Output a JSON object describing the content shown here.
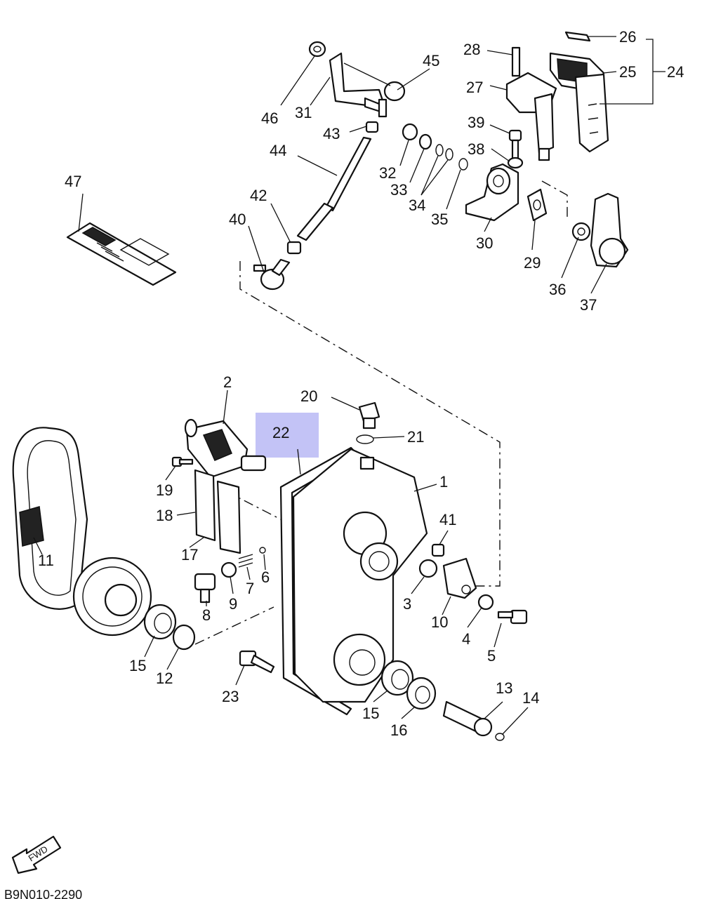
{
  "diagram": {
    "highlighted_part": "22",
    "highlight_color": "#b8b8f4",
    "callouts": [
      {
        "id": "c1",
        "text": "1"
      },
      {
        "id": "c2",
        "text": "2"
      },
      {
        "id": "c3",
        "text": "3"
      },
      {
        "id": "c4",
        "text": "4"
      },
      {
        "id": "c5",
        "text": "5"
      },
      {
        "id": "c6",
        "text": "6"
      },
      {
        "id": "c7",
        "text": "7"
      },
      {
        "id": "c8",
        "text": "8"
      },
      {
        "id": "c9",
        "text": "9"
      },
      {
        "id": "c10",
        "text": "10"
      },
      {
        "id": "c11",
        "text": "11"
      },
      {
        "id": "c12",
        "text": "12"
      },
      {
        "id": "c13",
        "text": "13"
      },
      {
        "id": "c14",
        "text": "14"
      },
      {
        "id": "c15a",
        "text": "15"
      },
      {
        "id": "c15b",
        "text": "15"
      },
      {
        "id": "c16",
        "text": "16"
      },
      {
        "id": "c17",
        "text": "17"
      },
      {
        "id": "c18",
        "text": "18"
      },
      {
        "id": "c19",
        "text": "19"
      },
      {
        "id": "c20",
        "text": "20"
      },
      {
        "id": "c21",
        "text": "21"
      },
      {
        "id": "c22",
        "text": "22"
      },
      {
        "id": "c23",
        "text": "23"
      },
      {
        "id": "c24",
        "text": "24"
      },
      {
        "id": "c25",
        "text": "25"
      },
      {
        "id": "c26",
        "text": "26"
      },
      {
        "id": "c27",
        "text": "27"
      },
      {
        "id": "c28",
        "text": "28"
      },
      {
        "id": "c29",
        "text": "29"
      },
      {
        "id": "c30",
        "text": "30"
      },
      {
        "id": "c31",
        "text": "31"
      },
      {
        "id": "c32",
        "text": "32"
      },
      {
        "id": "c33",
        "text": "33"
      },
      {
        "id": "c34",
        "text": "34"
      },
      {
        "id": "c35",
        "text": "35"
      },
      {
        "id": "c36",
        "text": "36"
      },
      {
        "id": "c37",
        "text": "37"
      },
      {
        "id": "c38",
        "text": "38"
      },
      {
        "id": "c39",
        "text": "39"
      },
      {
        "id": "c40",
        "text": "40"
      },
      {
        "id": "c41",
        "text": "41"
      },
      {
        "id": "c42",
        "text": "42"
      },
      {
        "id": "c43",
        "text": "43"
      },
      {
        "id": "c44",
        "text": "44"
      },
      {
        "id": "c45",
        "text": "45"
      },
      {
        "id": "c46",
        "text": "46"
      },
      {
        "id": "c47",
        "text": "47"
      }
    ],
    "fwd_label": "FWD",
    "footer_code": "B9N010-2290"
  }
}
